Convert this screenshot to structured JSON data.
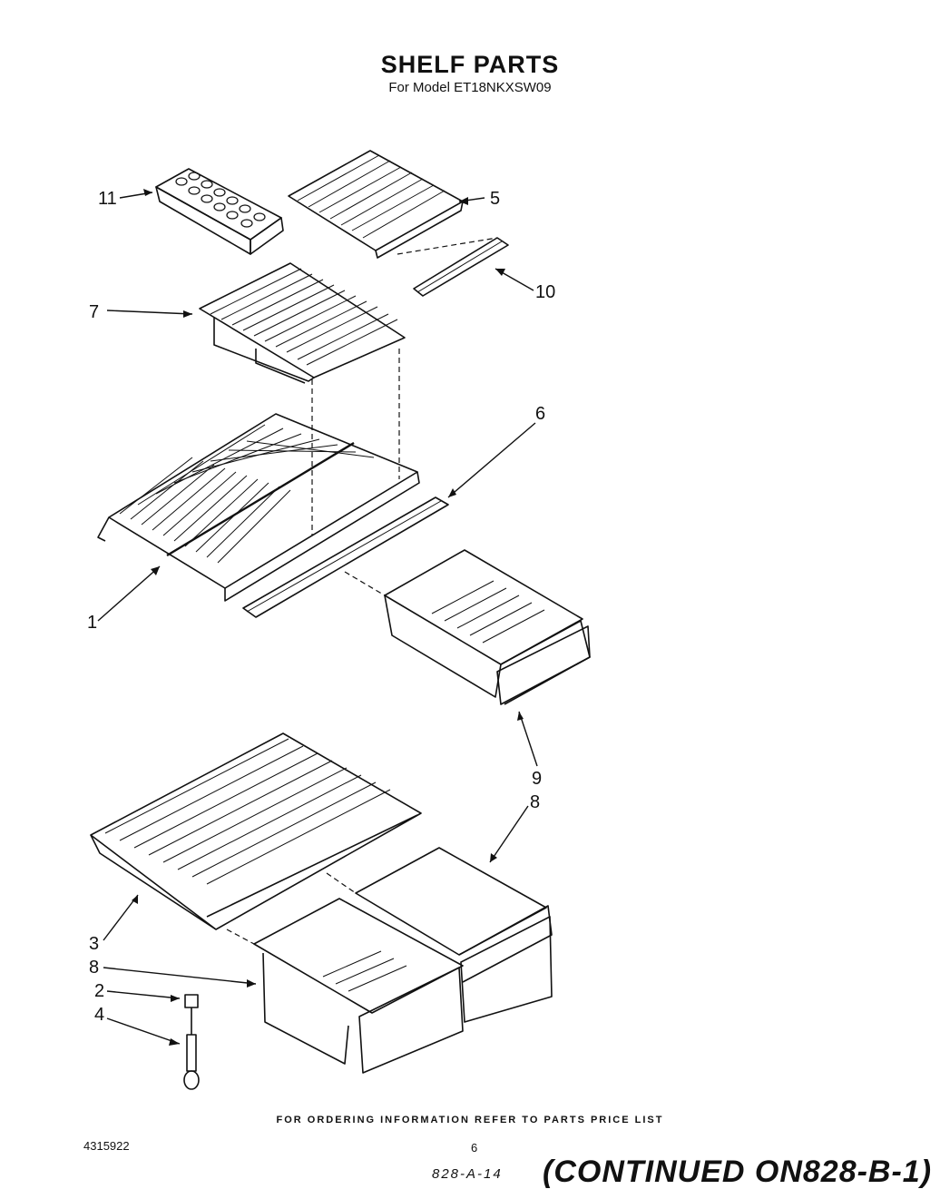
{
  "header": {
    "title": "SHELF PARTS",
    "subtitle": "For Model ET18NKXSW09"
  },
  "callouts": {
    "c1": "1",
    "c2": "2",
    "c3": "3",
    "c4": "4",
    "c5": "5",
    "c6": "6",
    "c7": "7",
    "c8a": "8",
    "c8b": "8",
    "c9": "9",
    "c10": "10",
    "c11": "11"
  },
  "footer": {
    "ordering_note": "FOR ORDERING INFORMATION REFER TO PARTS PRICE LIST",
    "doc_number": "4315922",
    "page_number": "6",
    "ref_code": "828-A-14",
    "continued": "(CONTINUED ON828-B-1)"
  }
}
